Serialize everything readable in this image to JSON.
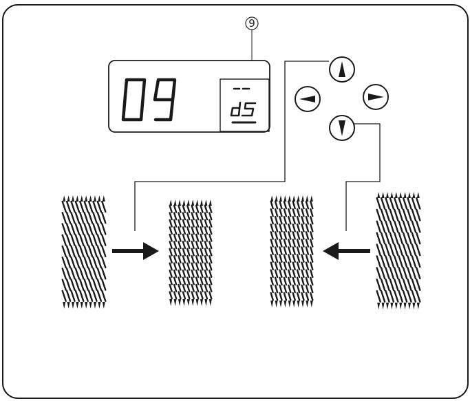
{
  "panel": {
    "callout_number": "9",
    "lcd": {
      "pattern_number": "09",
      "stitch_code": "dS"
    }
  },
  "buttons": {
    "up": {
      "icon": "arrow-up-icon"
    },
    "down": {
      "icon": "arrow-down-icon"
    },
    "left": {
      "icon": "arrow-left-icon"
    },
    "right": {
      "icon": "arrow-right-icon"
    }
  },
  "colors": {
    "ink": "#1a1a1a",
    "background": "#ffffff"
  }
}
